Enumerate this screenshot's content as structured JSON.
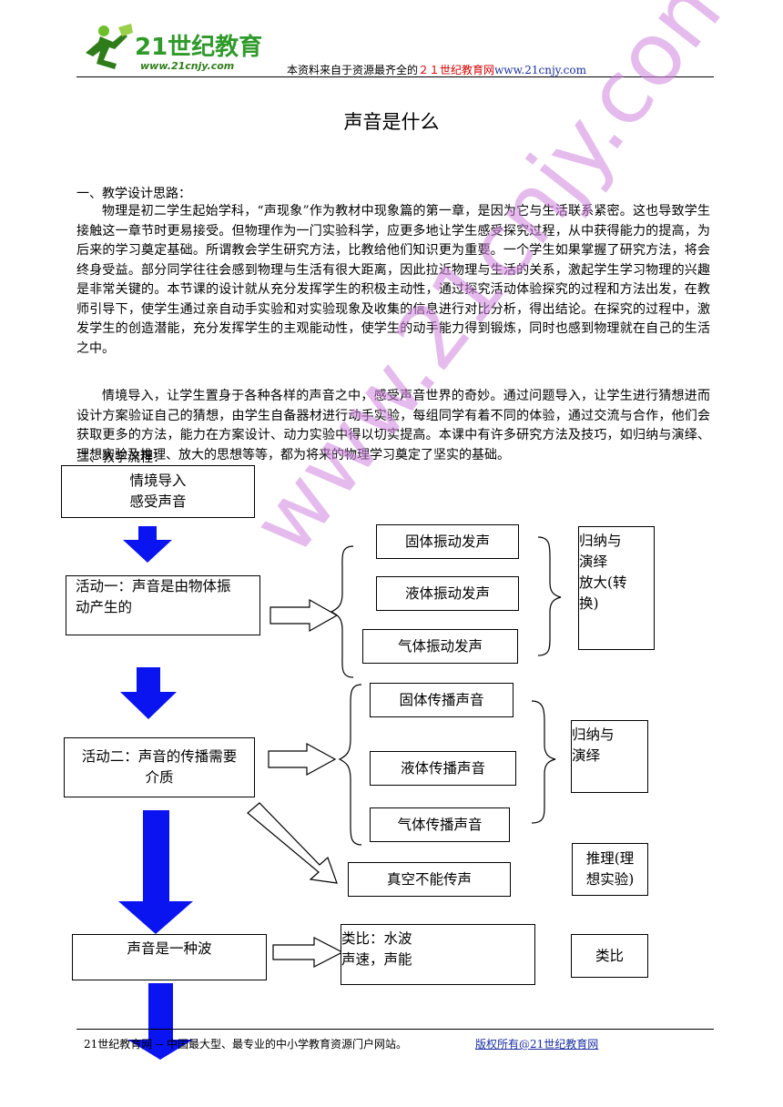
{
  "header": {
    "logo_text": "21世纪教育",
    "logo_url": "www.21cnjy.com",
    "text_prefix": "本资料来自于资源最齐全的",
    "text_site": "２１世纪教育网",
    "text_url": "www.21cnjy.com"
  },
  "title": "声音是什么",
  "section1": {
    "heading": "一、教学设计思路：",
    "para1": "物理是初二学生起始学科，“声现象”作为教材中现象篇的第一章，是因为它与生活联系紧密。这也导致学生接触这一章节时更易接受。但物理作为一门实验科学，应更多地让学生感受探究过程，从中获得能力的提高，为后来的学习奠定基础。所谓教会学生研究方法，比教给他们知识更为重要。一个学生如果掌握了研究方法，将会终身受益。部分同学往往会感到物理与生活有很大距离，因此拉近物理与生活的关系，激起学生学习物理的兴趣是非常关键的。本节课的设计就从充分发挥学生的积极主动性，通过探究活动体验探究的过程和方法出发，在教师引导下，使学生通过亲自动手实验和对实验现象及收集的信息进行对比分析，得出结论。在探究的过程中，激发学生的创造潜能，充分发挥学生的主观能动性，使学生的动手能力得到锻炼，同时也感到物理就在自己的生活之中。",
    "para2": "情境导入，让学生置身于各种各样的声音之中，感受声音世界的奇妙。通过问题导入，让学生进行猜想进而设计方案验证自己的猜想，由学生自备器材进行动手实验，每组同学有着不同的体验，通过交流与合作，他们会获取更多的方法，能力在方案设计、动力实验中得以切实提高。本课中有许多研究方法及技巧，如归纳与演绎、理想实验及推理、放大的思想等等，都为将来的物理学习奠定了坚实的基础。"
  },
  "section2": {
    "heading": "二、教学流程："
  },
  "flow": {
    "intro_line1": "情境导入",
    "intro_line2": "感受声音",
    "act1_line1": "活动一：声音是由物体振",
    "act1_line2": "动产生的",
    "solid_vib": "固体振动发声",
    "liquid_vib": "液体振动发声",
    "gas_vib": "气体振动发声",
    "method1_line1": "归纳与",
    "method1_line2": "演绎",
    "method1_line3": "放大(转",
    "method1_line4": "换)",
    "act2_line1": "活动二：声音的传播需要",
    "act2_line2": "介质",
    "solid_prop": "固体传播声音",
    "liquid_prop": "液体传播声音",
    "gas_prop": "气体传播声音",
    "method2_line1": "归纳与",
    "method2_line2": "演绎",
    "vacuum": "真空不能传声",
    "method3_line1": "推理(理",
    "method3_line2": "想实验)",
    "wave": "声音是一种波",
    "analogy_line1": "类比：水波",
    "analogy_line2": "声速，声能",
    "method4": "类比"
  },
  "watermark": "www.21cnjy.com",
  "footer": {
    "left": "21世纪教育网 -- 中国最大型、最专业的中小学教育资源门户网站。",
    "right": "版权所有@21世纪教育网"
  },
  "colors": {
    "arrow_blue": "#0a14f0",
    "watermark": "#d084e0",
    "header_red": "#d40000",
    "header_blue": "#1a2fa0"
  }
}
